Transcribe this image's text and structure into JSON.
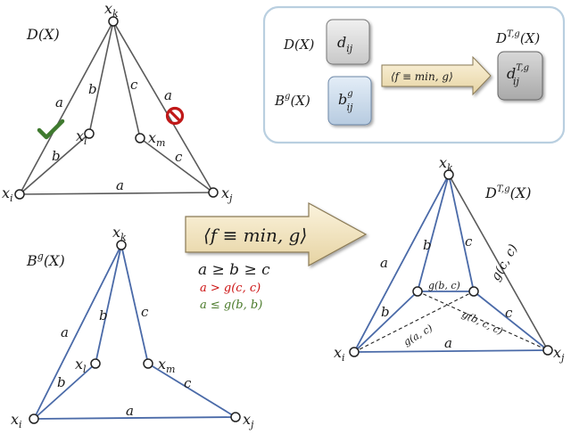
{
  "colors": {
    "gray_edge": "#5a5a5a",
    "blue_edge": "#4a6aa8",
    "red_text": "#cc1111",
    "green_text": "#4a7a2a",
    "check_green": "#3f7a2f",
    "prohibit_red": "#c01818",
    "box_gray": "#d8d8d8",
    "box_blue": "#c9d9ea",
    "result_gray": "#bdbdbd",
    "arrow_fill": "#f3e6c4"
  },
  "icons": [
    "check-mark-icon",
    "prohibited-icon",
    "big-right-arrow-icon",
    "small-right-arrow-icon"
  ],
  "graph_D": {
    "title": "D(X)",
    "nodes": {
      "k": "x",
      "l": "x",
      "m": "x",
      "i": "x",
      "j": "x"
    },
    "subs": {
      "k": "k",
      "l": "l",
      "m": "m",
      "i": "i",
      "j": "j"
    },
    "edge_labels": {
      "ik": "a",
      "kl": "b",
      "km": "c",
      "jk": "a",
      "il": "b",
      "jm": "c",
      "ij": "a"
    }
  },
  "legend": {
    "row1_label": "D(X)",
    "row1_box": "d",
    "row1_box_sub": "ij",
    "row2_label_base": "B",
    "row2_label_sup": "g",
    "row2_label_rest": "(X)",
    "row2_box": "b",
    "row2_box_sup": "g",
    "row2_box_sub": "ij",
    "arrow_text": "⟨f ≡ min, g⟩",
    "result_label_base": "D",
    "result_label_sup": "T,g",
    "result_label_rest": "(X)",
    "result_box": "d",
    "result_box_sup": "T,g",
    "result_box_sub": "ij"
  },
  "big_arrow_text": "⟨f ≡ min, g⟩",
  "conditions": {
    "line1": "a ≥ b ≥ c",
    "line2": "a > g(c, c)",
    "line3": "a ≤ g(b, b)"
  },
  "graph_B": {
    "title_base": "B",
    "title_sup": "g",
    "title_rest": "(X)",
    "edge_labels": {
      "ik": "a",
      "kl": "b",
      "km": "c",
      "il": "b",
      "jm": "c",
      "ij": "a"
    }
  },
  "graph_DT": {
    "title_base": "D",
    "title_sup": "T,g",
    "title_rest": "(X)",
    "edge_labels": {
      "ik": "a",
      "kl": "b",
      "km": "c",
      "il": "b",
      "jm": "c",
      "ij": "a",
      "kj": "g(c, c)",
      "lm": "g(b, c)",
      "il_m": "g(a, c)",
      "mj_i": "g(b, c, c)"
    }
  }
}
